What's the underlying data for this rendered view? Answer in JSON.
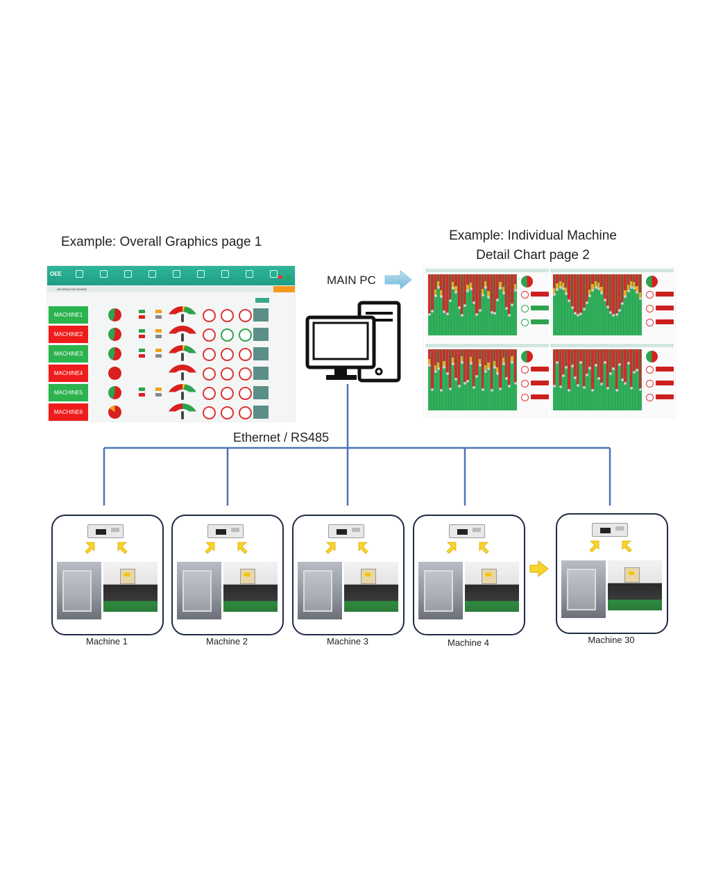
{
  "captions": {
    "left": "Example: Overall Graphics page 1",
    "right_line1": "Example: Individual Machine",
    "right_line2": "Detail Chart page 2",
    "main_pc": "MAIN PC",
    "network": "Ethernet / RS485"
  },
  "dashboard1": {
    "logo": "OEE",
    "section_label": "INFORMATION BOARD",
    "machines": [
      {
        "name": "MACHINE1",
        "status": "running",
        "color": "#2bb34e"
      },
      {
        "name": "MACHINE2",
        "status": "stopped",
        "color": "#ef1c1c"
      },
      {
        "name": "MACHINE3",
        "status": "running",
        "color": "#2bb34e"
      },
      {
        "name": "MACHINE4",
        "status": "stopped",
        "color": "#ef1c1c"
      },
      {
        "name": "MACHINE5",
        "status": "running",
        "color": "#2bb34e"
      },
      {
        "name": "MACHINE6",
        "status": "stopped",
        "color": "#ef1c1c"
      }
    ]
  },
  "machines": [
    {
      "label": "Machine 1"
    },
    {
      "label": "Machine 2"
    },
    {
      "label": "Machine 3"
    },
    {
      "label": "Machine 4"
    },
    {
      "label": "Machine 30"
    }
  ],
  "colors": {
    "accent_teal": "#1e9e84",
    "running": "#2bb34e",
    "stopped": "#ef1c1c",
    "line": "#4a74b8",
    "box_border": "#1f2a44",
    "arrow_yellow": "#f5c518"
  },
  "icons": [
    "computer-monitor-icon",
    "pc-tower-icon",
    "right-arrow-icon",
    "plc-device-icon",
    "up-arrow-icon"
  ]
}
